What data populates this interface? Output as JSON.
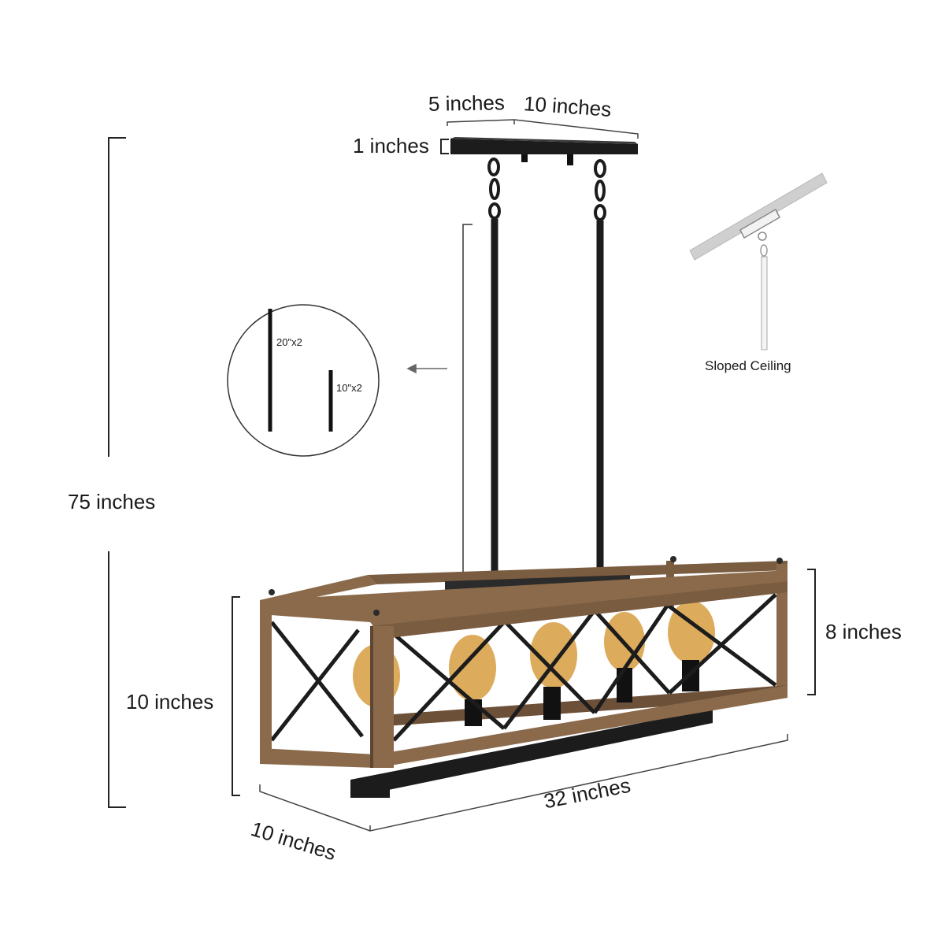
{
  "dimensions": {
    "overall_height": "75 inches",
    "canopy_length": "10 inches",
    "canopy_half": "5 inches",
    "canopy_height": "1 inches",
    "body_height_front": "10 inches",
    "body_height_back": "8 inches",
    "body_length": "32 inches",
    "body_depth": "10 inches"
  },
  "rods_inset": {
    "long_rod": "20\"x2",
    "short_rod": "10\"x2"
  },
  "sloped_ceiling_label": "Sloped Ceiling",
  "colors": {
    "metal": "#1c1c1c",
    "wood": "#8a6a4a",
    "wood_dark": "#5e4632",
    "bulb": "#d9a24a",
    "ceiling_gray": "#cfcfcf"
  },
  "bulb_count": 5
}
